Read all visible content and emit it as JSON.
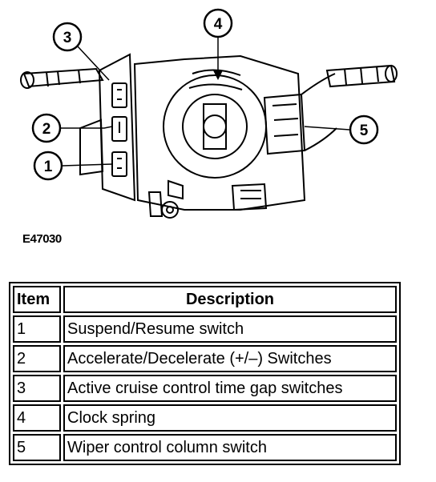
{
  "figure": {
    "code": "E47030",
    "callouts": [
      "1",
      "2",
      "3",
      "4",
      "5"
    ]
  },
  "table": {
    "headers": {
      "item": "Item",
      "description": "Description"
    },
    "rows": [
      {
        "item": "1",
        "description": "Suspend/Resume switch"
      },
      {
        "item": "2",
        "description": "Accelerate/Decelerate (+/–) Switches"
      },
      {
        "item": "3",
        "description": "Active cruise control time gap switches"
      },
      {
        "item": "4",
        "description": "Clock spring"
      },
      {
        "item": "5",
        "description": "Wiper control column switch"
      }
    ]
  }
}
